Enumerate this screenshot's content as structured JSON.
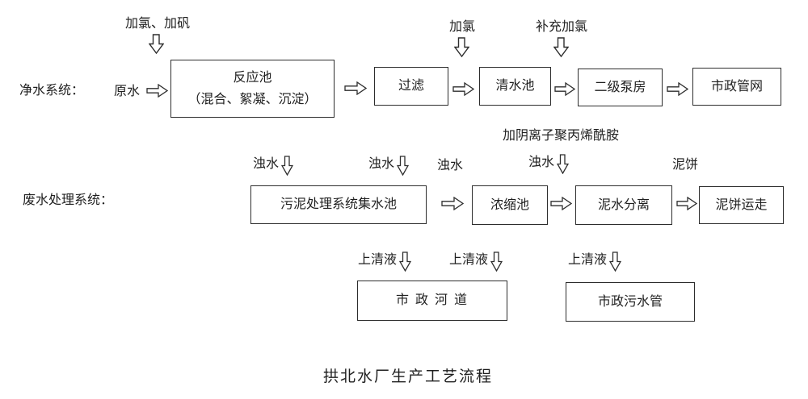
{
  "title": "拱北水厂生产工艺流程",
  "colors": {
    "ink": "#1f1f1f",
    "box_border": "#2d2d2d",
    "background": "#ffffff"
  },
  "clean_water_system": {
    "system_label": "净水系统：",
    "source_label": "原水",
    "dosing": {
      "reaction_pool": "加氯、加矾",
      "after_filter": "加氯",
      "before_pump": "补充加氯"
    },
    "reaction_box": {
      "line1": "反应池",
      "line2": "（混合、絮凝、沉淀）"
    },
    "filter_box": "过滤",
    "clear_pool_box": "清水池",
    "pump_house_box": "二级泵房",
    "network_box": "市政管网"
  },
  "wastewater_system": {
    "system_label": "废水处理系统：",
    "dosing_note": "加阴离子聚丙烯酰胺",
    "turbid_labels": [
      "浊水",
      "浊水",
      "浊水",
      "浊水"
    ],
    "mud_cake_label": "泥饼",
    "collect_box": "污泥处理系统集水池",
    "thicken_box": "浓缩池",
    "separate_box": "泥水分离",
    "cake_box": "泥饼运走",
    "supernatant_labels": [
      "上清液",
      "上清液",
      "上清液"
    ],
    "river_box": "市 政 河 道",
    "sewer_box": "市政污水管"
  }
}
